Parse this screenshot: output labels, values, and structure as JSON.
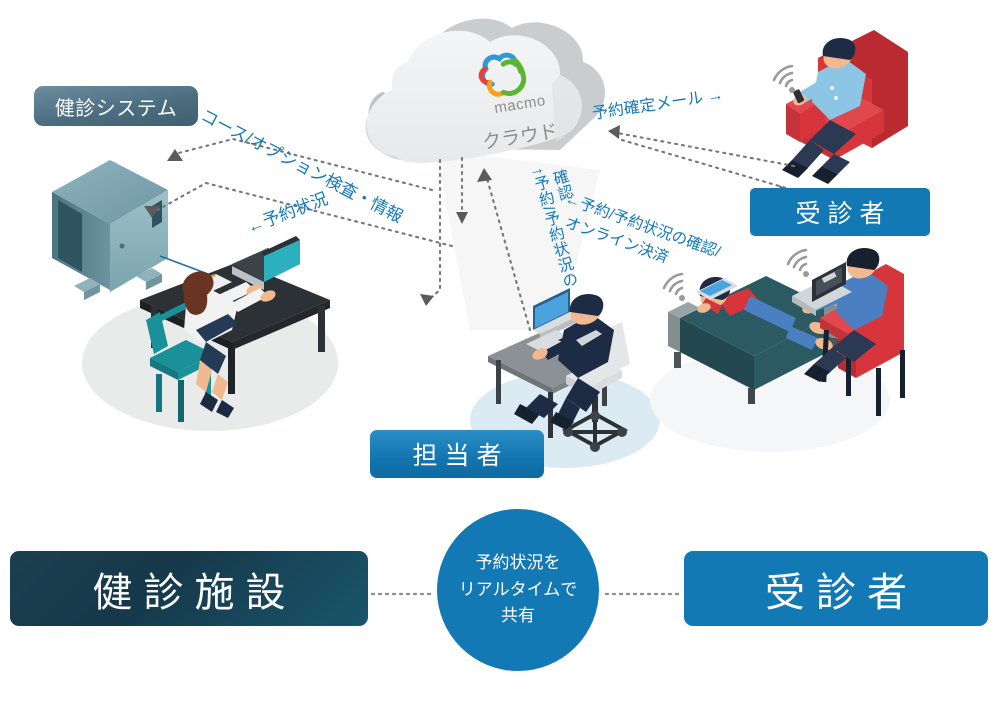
{
  "diagram": {
    "title_hidden": "",
    "cloud": {
      "logo_name": "macmo-logo-icon",
      "logo_text": "macmo",
      "label": "クラウド",
      "logo_colors": [
        "#2b9ad6",
        "#e8403a",
        "#f5a11b",
        "#5cb531"
      ]
    },
    "badges": {
      "system": "健診システム",
      "patient_top": "受診者",
      "staff": "担当者"
    },
    "flows": [
      {
        "id": "course-option",
        "text": "コース/オプション検査・情報"
      },
      {
        "id": "reservation-status-left",
        "text": "←予約状況"
      },
      {
        "id": "confirm-mail",
        "text": "予約確定メール →"
      },
      {
        "id": "online-line1",
        "text": "←予約/予約状況の確認/"
      },
      {
        "id": "online-line2",
        "text": "オンライン決済"
      },
      {
        "id": "center-up-line1",
        "text": "↑予約/予約状況の"
      },
      {
        "id": "center-up-line2",
        "text": "確認"
      }
    ],
    "footer": {
      "facility": "健診施設",
      "patient": "受診者",
      "circle_lines": [
        "予約状況を",
        "リアルタイムで",
        "共有"
      ]
    },
    "colors": {
      "accent_blue": "#1379b4",
      "flow_blue": "#1579b9",
      "dark_teal": "#16384a",
      "badge_slate": "#4b6e80",
      "dotted_gray": "#7a7a7a",
      "chair_red": "#d6353b",
      "chair_teal": "#1d9aa0",
      "sofa_teal": "#2b5a62"
    },
    "illustrations": [
      {
        "id": "server-tower",
        "name": "health-checkup-server"
      },
      {
        "id": "woman-at-desk",
        "name": "clinic-staff-woman-laptop"
      },
      {
        "id": "man-at-desk",
        "name": "staff-man-desktop"
      },
      {
        "id": "man-armchair-phone",
        "name": "patient-man-smartphone"
      },
      {
        "id": "woman-sofa-tablet",
        "name": "patient-woman-tablet"
      },
      {
        "id": "man-chair-laptop",
        "name": "patient-man-laptop"
      }
    ]
  }
}
